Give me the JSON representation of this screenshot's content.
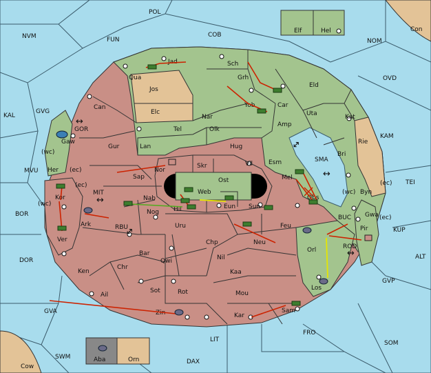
{
  "colors": {
    "sea": "#a8dced",
    "red_power": "#c98f86",
    "green_power": "#a3c48e",
    "tan_power": "#e3c397",
    "gray_power": "#888888",
    "move_order": "#cc2200",
    "support_order": "#e6e600",
    "convoy_order": "#55aa22"
  },
  "sea_regions": [
    "POL",
    "COB",
    "FUN",
    "NVM",
    "NOM",
    "OVD",
    "KAL",
    "GVG",
    "KAM",
    "MVU",
    "TEI",
    "BOR",
    "MIT",
    "RBU",
    "KUP",
    "DOR",
    "ALT",
    "BUC",
    "ROD",
    "GVP",
    "GVA",
    "SOM",
    "FRO",
    "LIT",
    "SWM",
    "DAX",
    "SMA",
    "GOR"
  ],
  "land_regions": {
    "green": [
      "Elf",
      "Hel",
      "Con",
      "Jad",
      "Qua",
      "Sch",
      "Grh",
      "Eld",
      "Car",
      "Uta",
      "Kat",
      "Amp",
      "Bri",
      "Nar",
      "Olk",
      "Hug",
      "Vil",
      "Esm",
      "Mel",
      "Obs",
      "Skr",
      "Ost",
      "Web",
      "Eun",
      "Gaw",
      "Her",
      "Orl",
      "Los",
      "Gwa"
    ],
    "red": [
      "Can",
      "Gur",
      "Sap",
      "Nor",
      "Nab",
      "Nog",
      "Hil",
      "Kor",
      "Ark",
      "Ver",
      "Ken",
      "Chr",
      "Bar",
      "Qwi",
      "Ail",
      "Sot",
      "Rot",
      "Zin",
      "Uru",
      "Chp",
      "Nil",
      "Kaa",
      "Mou",
      "Kar",
      "Sam",
      "Neu",
      "Feu",
      "Sun",
      "Pir"
    ],
    "tan": [
      "Jos",
      "Elc",
      "Rie",
      "Byn",
      "Cow",
      "Orn"
    ],
    "neutral": [
      "Lan",
      "Tel",
      "Yob"
    ],
    "gray": [
      "Aba"
    ]
  },
  "coast_labels": [
    "(wc)",
    "(ec)",
    "(wc)",
    "(ec)",
    "(wc)",
    "(ec)",
    "(wc)",
    "(ec)"
  ],
  "arrows_symbol": "↔",
  "units_note": "army-icon, fleet-icon"
}
